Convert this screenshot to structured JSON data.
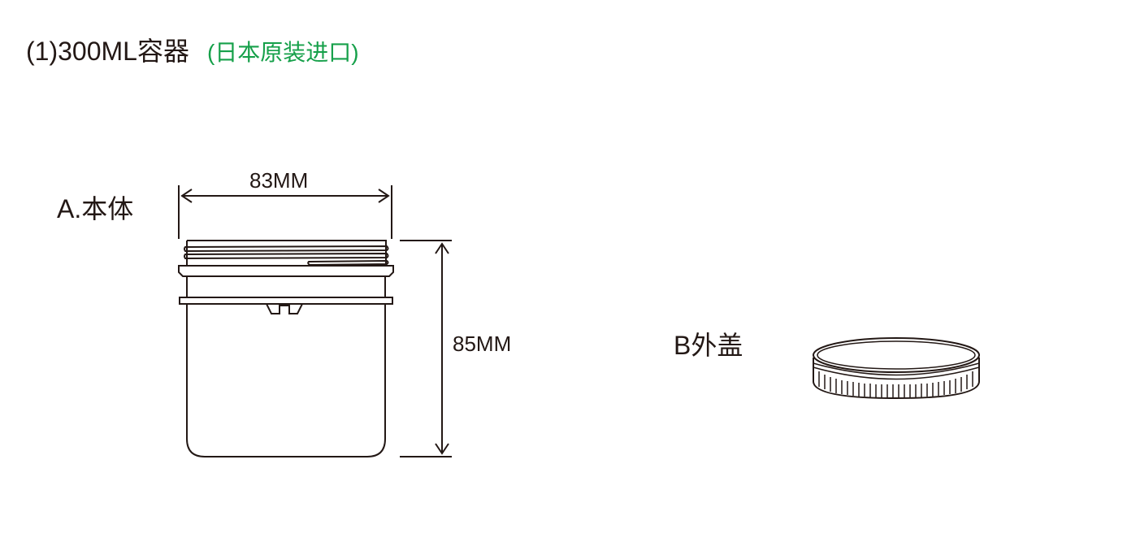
{
  "title": {
    "main": "(1)300ML容器",
    "note": "(日本原装进口)",
    "note_color": "#16a04a"
  },
  "parts": {
    "body": {
      "label": "A.本体",
      "width_dim": "83MM",
      "height_dim": "85MM"
    },
    "lid": {
      "label": "B外盖"
    }
  },
  "colors": {
    "line": "#231815",
    "background": "#ffffff"
  }
}
